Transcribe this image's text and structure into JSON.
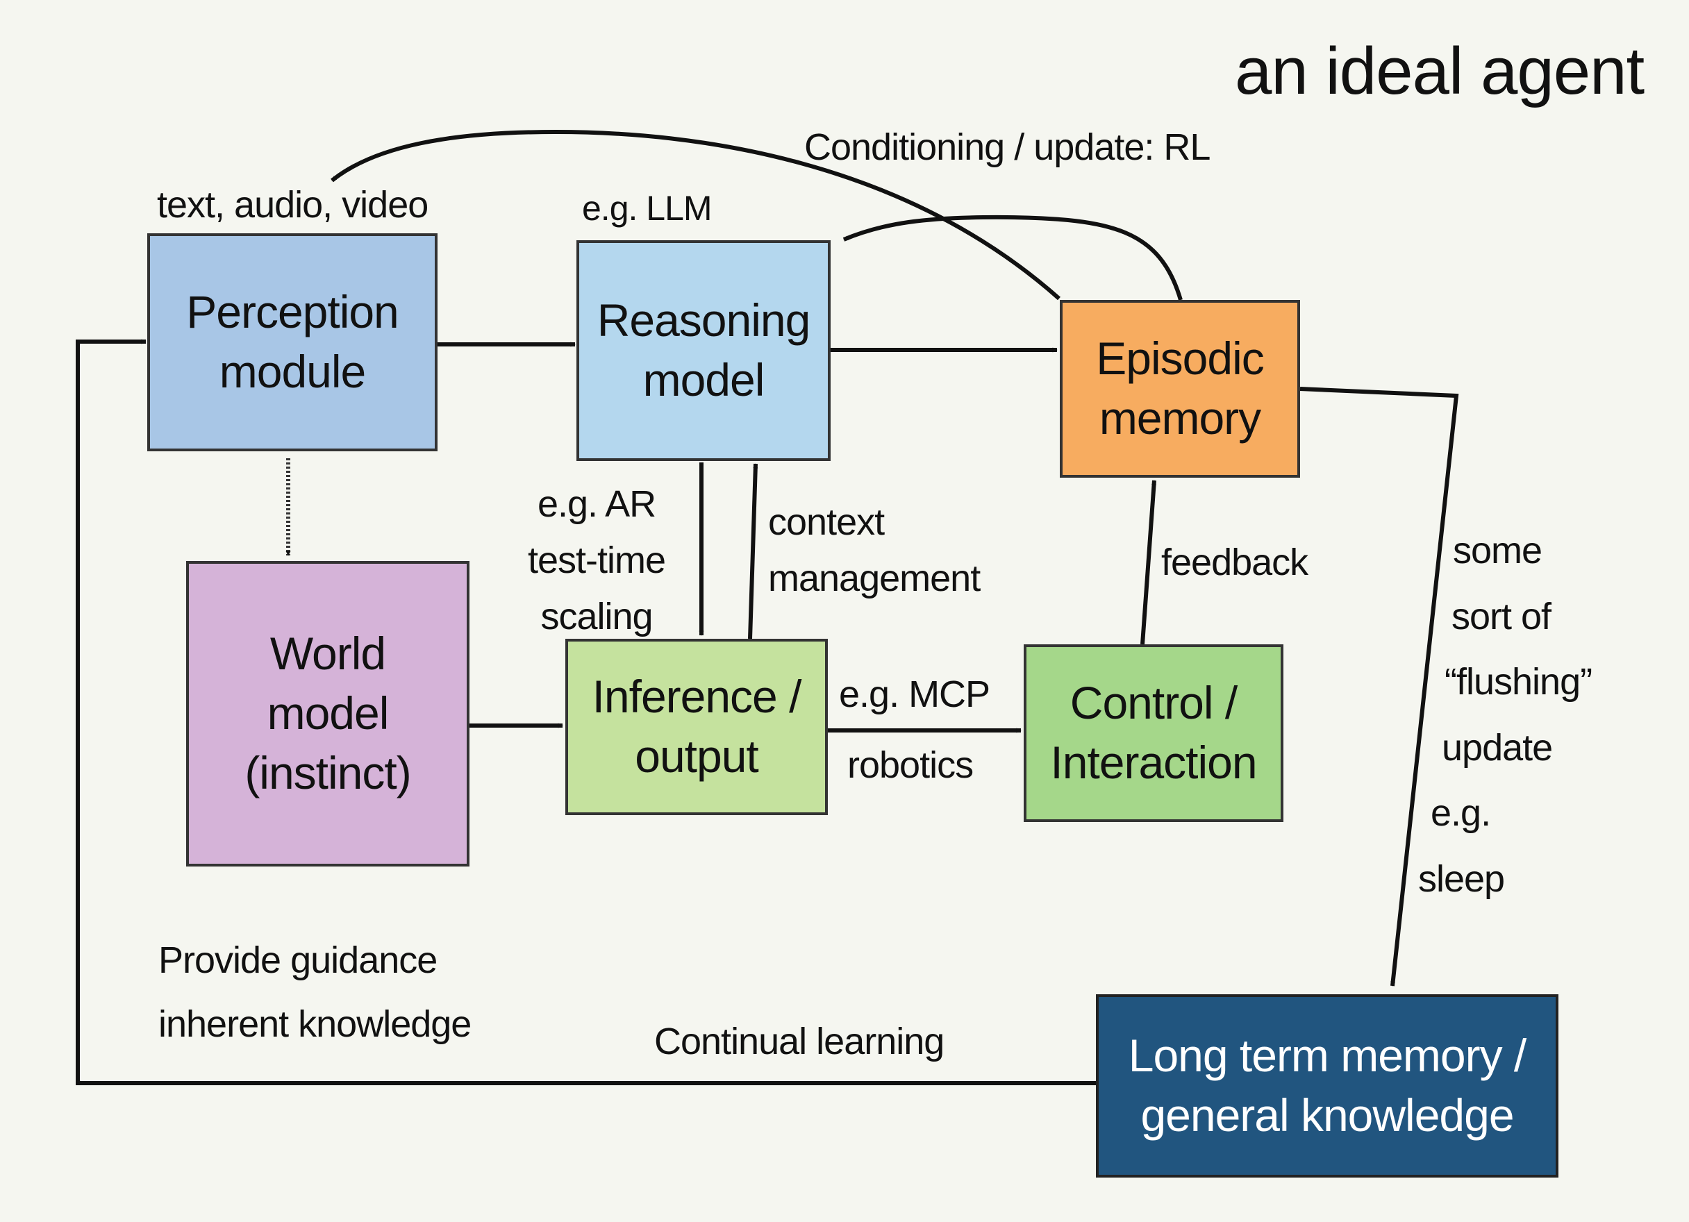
{
  "title": "an ideal agent",
  "colors": {
    "perception": "#a8c6e6",
    "reasoning": "#b4d7ee",
    "episodic": "#f7ac60",
    "world": "#d5b3d8",
    "inference": "#c5e29e",
    "control": "#a5d78a",
    "longterm": "#21557f",
    "longterm_text": "#ffffff"
  },
  "nodes": {
    "perception": {
      "line1": "Perception",
      "line2": "module"
    },
    "reasoning": {
      "line1": "Reasoning",
      "line2": "model"
    },
    "episodic": {
      "line1": "Episodic",
      "line2": "memory"
    },
    "world": {
      "line1": "World",
      "line2": "model",
      "line3": "(instinct)"
    },
    "inference": {
      "line1": "Inference /",
      "line2": "output"
    },
    "control": {
      "line1": "Control /",
      "line2": "Interaction"
    },
    "longterm": {
      "line1": "Long term memory /",
      "line2": "general knowledge"
    }
  },
  "labels": {
    "perception_input": "text, audio, video",
    "reasoning_example": "e.g. LLM",
    "conditioning": "Conditioning / update: RL",
    "ar": {
      "l1": "e.g. AR",
      "l2": "test-time",
      "l3": "scaling"
    },
    "context": {
      "l1": "context",
      "l2": "management"
    },
    "feedback": "feedback",
    "mcp": "e.g. MCP",
    "robotics": "robotics",
    "flushing": {
      "l1": "some",
      "l2": "sort of",
      "l3": "“flushing”",
      "l4": "update",
      "l5": "e.g.",
      "l6": "sleep"
    },
    "guidance": {
      "l1": "Provide guidance",
      "l2": "inherent knowledge"
    },
    "continual": "Continual learning"
  }
}
